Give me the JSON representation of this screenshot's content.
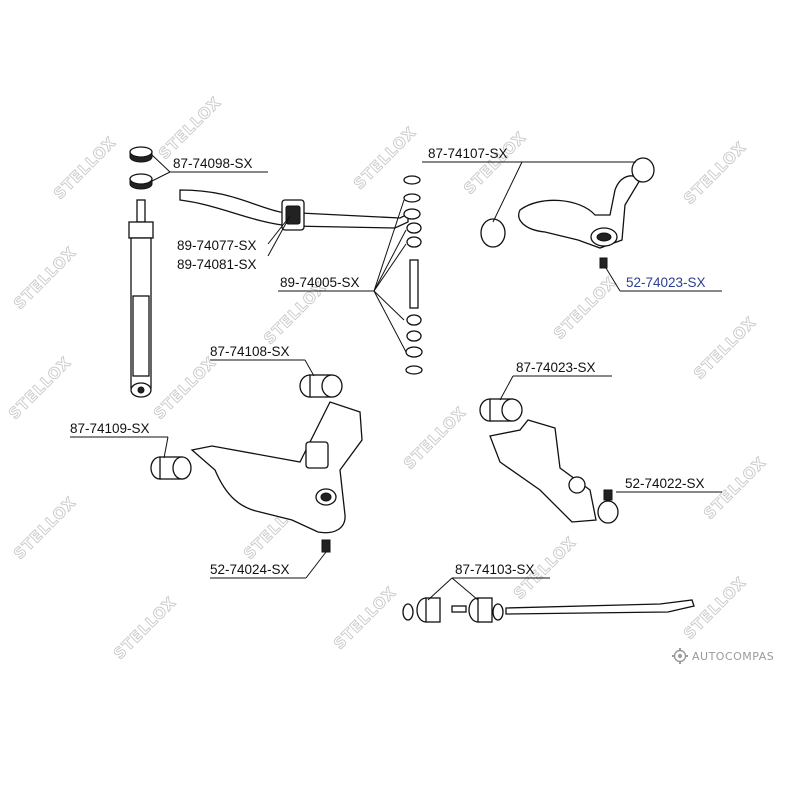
{
  "labels": {
    "p87_74098": "87-74098-SX",
    "p89_74077": "89-74077-SX",
    "p89_74081": "89-74081-SX",
    "p89_74005": "89-74005-SX",
    "p87_74107": "87-74107-SX",
    "p52_74023": "52-74023-SX",
    "p87_74108": "87-74108-SX",
    "p87_74023": "87-74023-SX",
    "p87_74109": "87-74109-SX",
    "p52_74022": "52-74022-SX",
    "p52_74024": "52-74024-SX",
    "p87_74103": "87-74103-SX"
  },
  "watermark": "STELLOX",
  "footer": {
    "text": "AUTOCOMPAS",
    "icon": "gear-logo-icon"
  },
  "colors": {
    "highlight": "#2a3f8f",
    "ink": "#111111",
    "watermark": "#c9c9c9"
  }
}
